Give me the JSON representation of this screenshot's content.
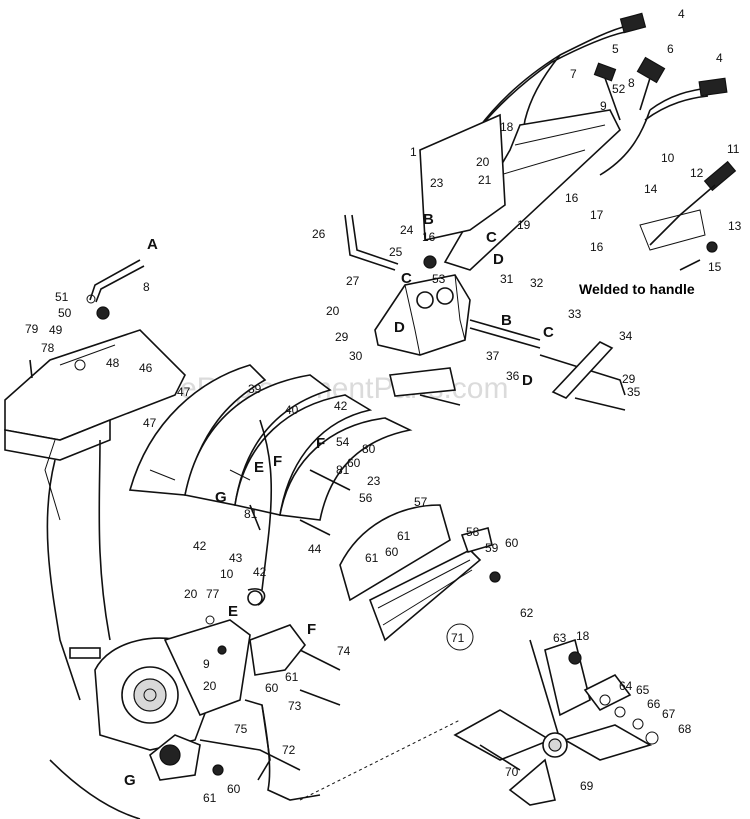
{
  "watermark": "eReplacementParts.com",
  "note": "Welded to handle",
  "figure_number": "71",
  "callouts": [
    "4",
    "4",
    "5",
    "6",
    "7",
    "52",
    "8",
    "9",
    "1",
    "18",
    "20",
    "10",
    "23",
    "21",
    "19",
    "16",
    "17",
    "11",
    "12",
    "14",
    "13",
    "16",
    "15",
    "24",
    "16",
    "B",
    "C",
    "26",
    "25",
    "D",
    "53",
    "C",
    "27",
    "31",
    "32",
    "20",
    "D",
    "B",
    "29",
    "30",
    "C",
    "33",
    "34",
    "37",
    "36",
    "D",
    "29",
    "35",
    "A",
    "8",
    "51",
    "50",
    "79",
    "49",
    "78",
    "46",
    "48",
    "47",
    "47",
    "39",
    "40",
    "42",
    "F",
    "54",
    "E",
    "F",
    "80",
    "60",
    "81",
    "23",
    "56",
    "G",
    "57",
    "42",
    "81",
    "43",
    "44",
    "10",
    "42",
    "58",
    "59",
    "60",
    "61",
    "60",
    "61",
    "71",
    "20",
    "77",
    "E",
    "F",
    "74",
    "9",
    "20",
    "60",
    "61",
    "73",
    "75",
    "72",
    "G",
    "61",
    "60",
    "62",
    "63",
    "18",
    "64",
    "65",
    "66",
    "67",
    "68",
    "70",
    "69"
  ]
}
